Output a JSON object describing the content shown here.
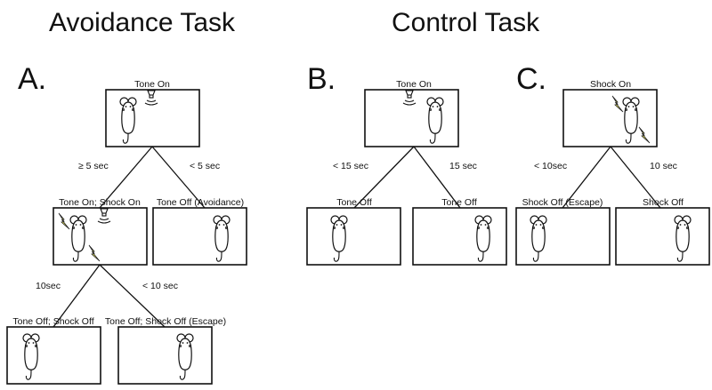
{
  "titles": {
    "avoidance": "Avoidance Task",
    "control": "Control Task"
  },
  "panels": {
    "a": "A.",
    "b": "B.",
    "c": "C."
  },
  "nodes": {
    "a_root": "Tone On",
    "a_shock": "Tone On; Shock On",
    "a_avoid": "Tone Off (Avoidance)",
    "a_off": "Tone Off; Shock Off",
    "a_escape": "Tone Off; Shock Off (Escape)",
    "b_root": "Tone On",
    "b_left": "Tone Off",
    "b_right": "Tone Off",
    "c_root": "Shock On",
    "c_left": "Shock Off (Escape)",
    "c_right": "Shock Off"
  },
  "edges": {
    "a_ge5": "≥ 5 sec",
    "a_lt5": "< 5 sec",
    "a_10": "10sec",
    "a_lt10": "< 10 sec",
    "b_lt15": "< 15 sec",
    "b_15": "15 sec",
    "c_lt10": "< 10sec",
    "c_10": "10 sec"
  },
  "colors": {
    "shock_bolt": "#e6e35a",
    "line": "#111111"
  },
  "icons": [
    "rat-icon",
    "speaker-icon",
    "sound-wave-icon",
    "lightning-bolt-icon"
  ]
}
